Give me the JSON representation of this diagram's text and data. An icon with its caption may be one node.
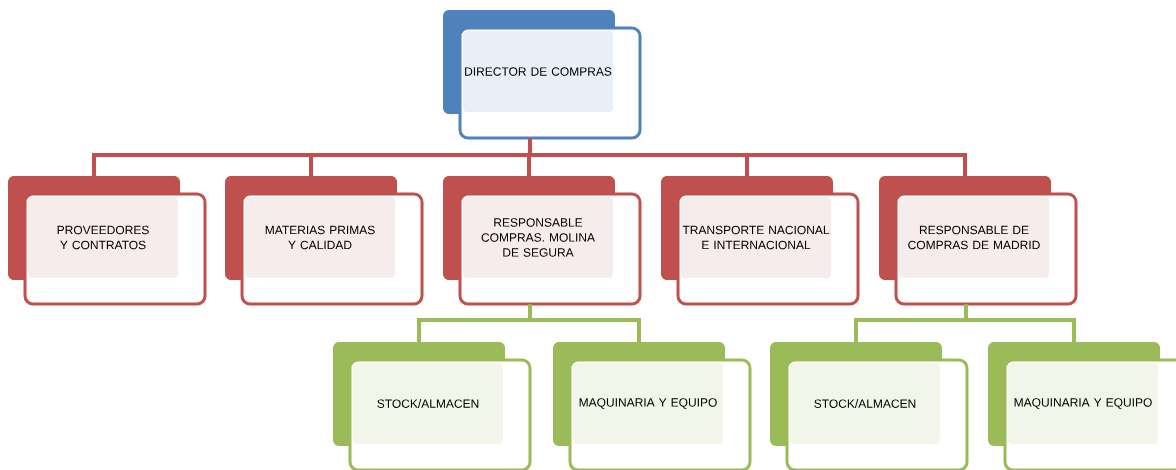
{
  "diagram": {
    "nodes": [
      {
        "text": [
          "DIRECTOR DE COMPRAS"
        ]
      },
      {
        "text": [
          "PROVEEDORES Y CONTRATOS"
        ]
      },
      {
        "text": [
          "MATERIAS PRIMAS Y CALIDAD"
        ]
      },
      {
        "text": [
          "RESPONSABLE COMPRAS. MOLINA DE SEGURA"
        ]
      },
      {
        "text": [
          "TRANSPORTE NACIONAL E INTERNACIONAL"
        ]
      },
      {
        "text": [
          "RESPONSABLE DE COMPRAS DE MADRID"
        ]
      },
      {
        "text": [
          "STOCK/ALMACEN"
        ]
      },
      {
        "text": [
          "MAQUINARIA Y EQUIPO"
        ]
      },
      {
        "text": [
          "STOCK/ALMACEN"
        ]
      },
      {
        "text": [
          "MAQUINARIA Y EQUIPO"
        ]
      }
    ],
    "edges": [
      {
        "from": 0,
        "to": 1,
        "arrow": "none"
      },
      {
        "from": 0,
        "to": 2,
        "arrow": "none"
      },
      {
        "from": 0,
        "to": 3,
        "arrow": "none"
      },
      {
        "from": 0,
        "to": 4,
        "arrow": "none"
      },
      {
        "from": 0,
        "to": 5,
        "arrow": "none"
      },
      {
        "from": 3,
        "to": 6,
        "arrow": "none",
        "color": "#9bbb59"
      },
      {
        "from": 3,
        "to": 7,
        "arrow": "none",
        "color": "#9bbb59"
      },
      {
        "from": 5,
        "to": 8,
        "arrow": "none",
        "color": "#9bbb59"
      },
      {
        "from": 5,
        "to": 9,
        "arrow": "none",
        "color": "#9bbb59"
      }
    ]
  }
}
